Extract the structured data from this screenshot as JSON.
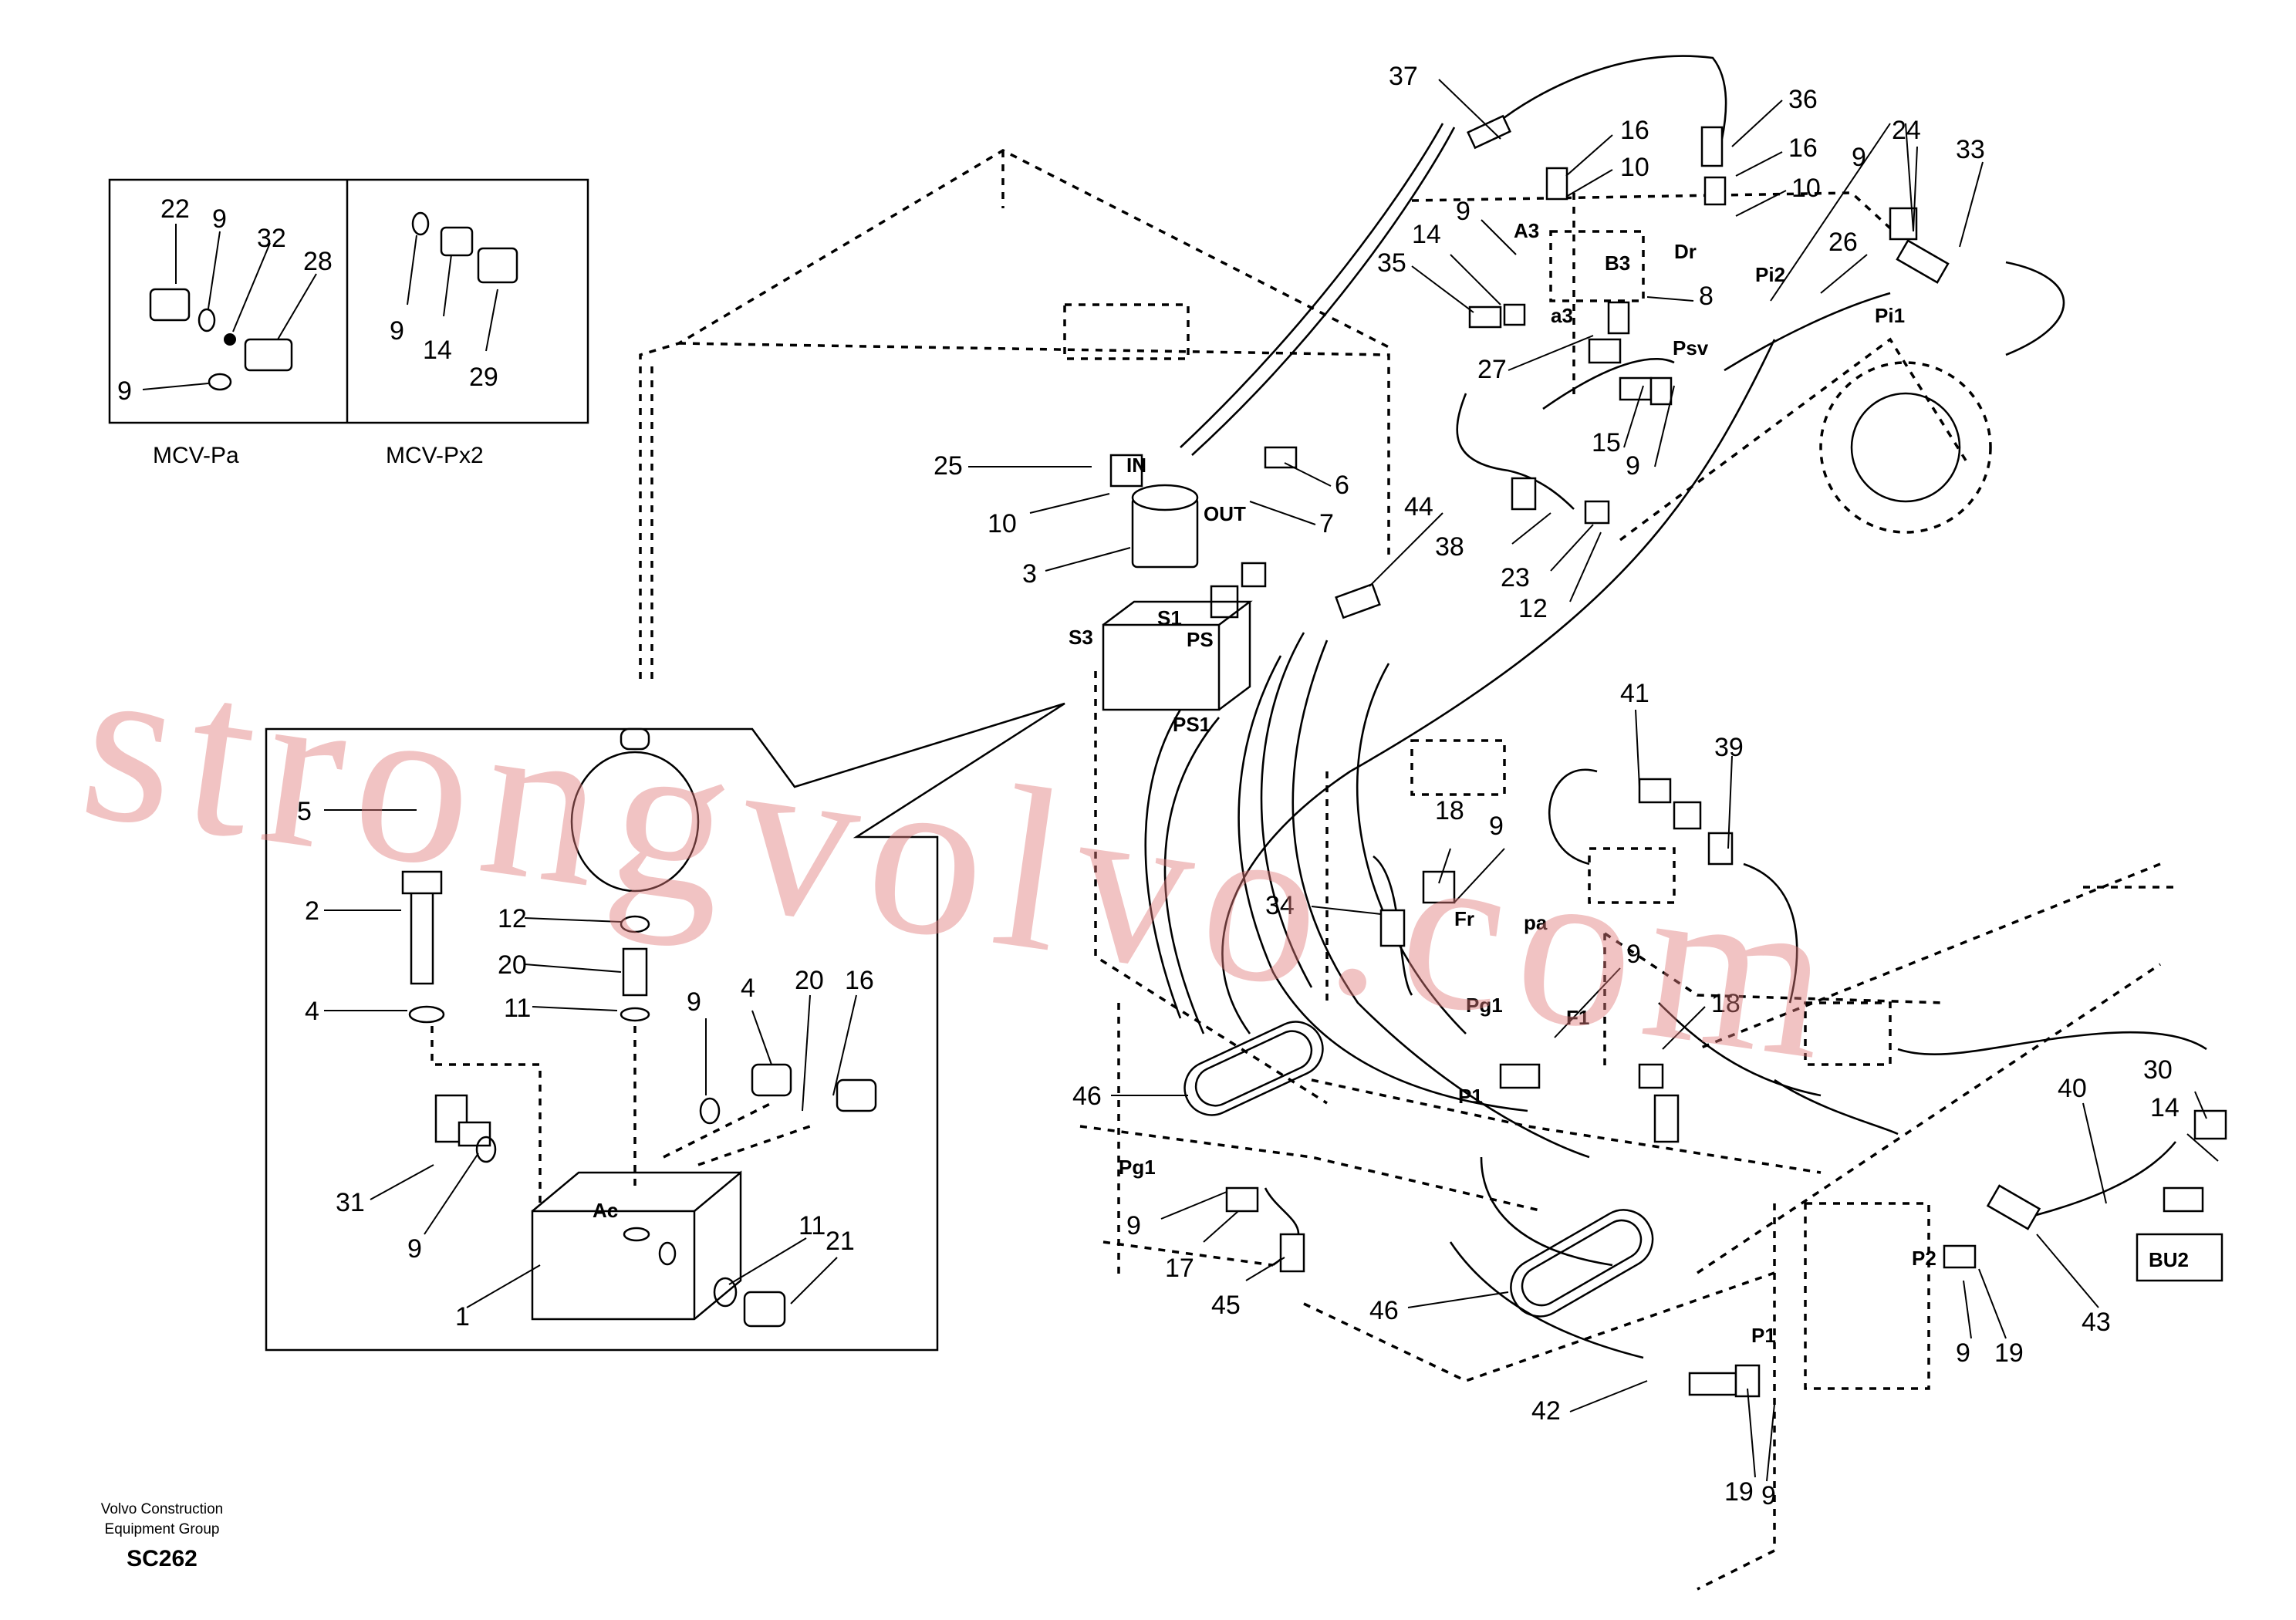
{
  "watermark": "strongvolvo.com",
  "credit": {
    "line1": "Volvo Construction",
    "line2": "Equipment Group",
    "code": "SC262"
  },
  "insets": {
    "left_caption": "MCV-Pa",
    "right_caption": "MCV-Px2"
  },
  "part_numbers": [
    "37",
    "16",
    "10",
    "36",
    "16",
    "10",
    "9",
    "24",
    "33",
    "26",
    "9",
    "14",
    "35",
    "8",
    "27",
    "15",
    "9",
    "25",
    "10",
    "3",
    "6",
    "7",
    "44",
    "38",
    "23",
    "12",
    "41",
    "39",
    "18",
    "9",
    "34",
    "9",
    "18",
    "46",
    "9",
    "17",
    "45",
    "46",
    "42",
    "19",
    "9",
    "40",
    "30",
    "14",
    "43",
    "9",
    "19",
    "5",
    "2",
    "12",
    "20",
    "11",
    "4",
    "9",
    "4",
    "20",
    "16",
    "31",
    "9",
    "1",
    "11",
    "21",
    "22",
    "9",
    "32",
    "28",
    "9",
    "9",
    "14",
    "29"
  ],
  "connectors": [
    "A3",
    "Dr",
    "B3",
    "Pi2",
    "Pi1",
    "a3",
    "Psv",
    "IN",
    "OUT",
    "S1",
    "PS",
    "S3",
    "PS1",
    "Fr",
    "pa",
    "Pg1",
    "F1",
    "P1",
    "Pg1",
    "P2",
    "P1",
    "BU2",
    "Ac"
  ],
  "colors": {
    "line": "#000000",
    "watermark": "#e07a7a",
    "background": "#ffffff"
  }
}
